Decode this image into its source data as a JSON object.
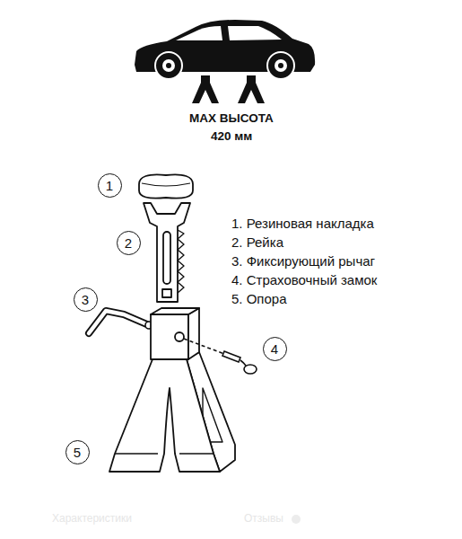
{
  "diagram": {
    "nodes": [
      {
        "text": [
          "1"
        ]
      },
      {
        "text": [
          "2"
        ]
      },
      {
        "text": [
          "3"
        ]
      },
      {
        "text": [
          "4"
        ]
      },
      {
        "text": [
          "5"
        ]
      }
    ],
    "labels": [
      "MAX ВЫСОТА",
      "420 мм",
      "1. Резиновая накладка",
      "2. Рейка",
      "3. Фиксирующий рычаг",
      "4. Страховочный замок",
      "5. Опора",
      "Характеристики",
      "Отзывы"
    ]
  }
}
